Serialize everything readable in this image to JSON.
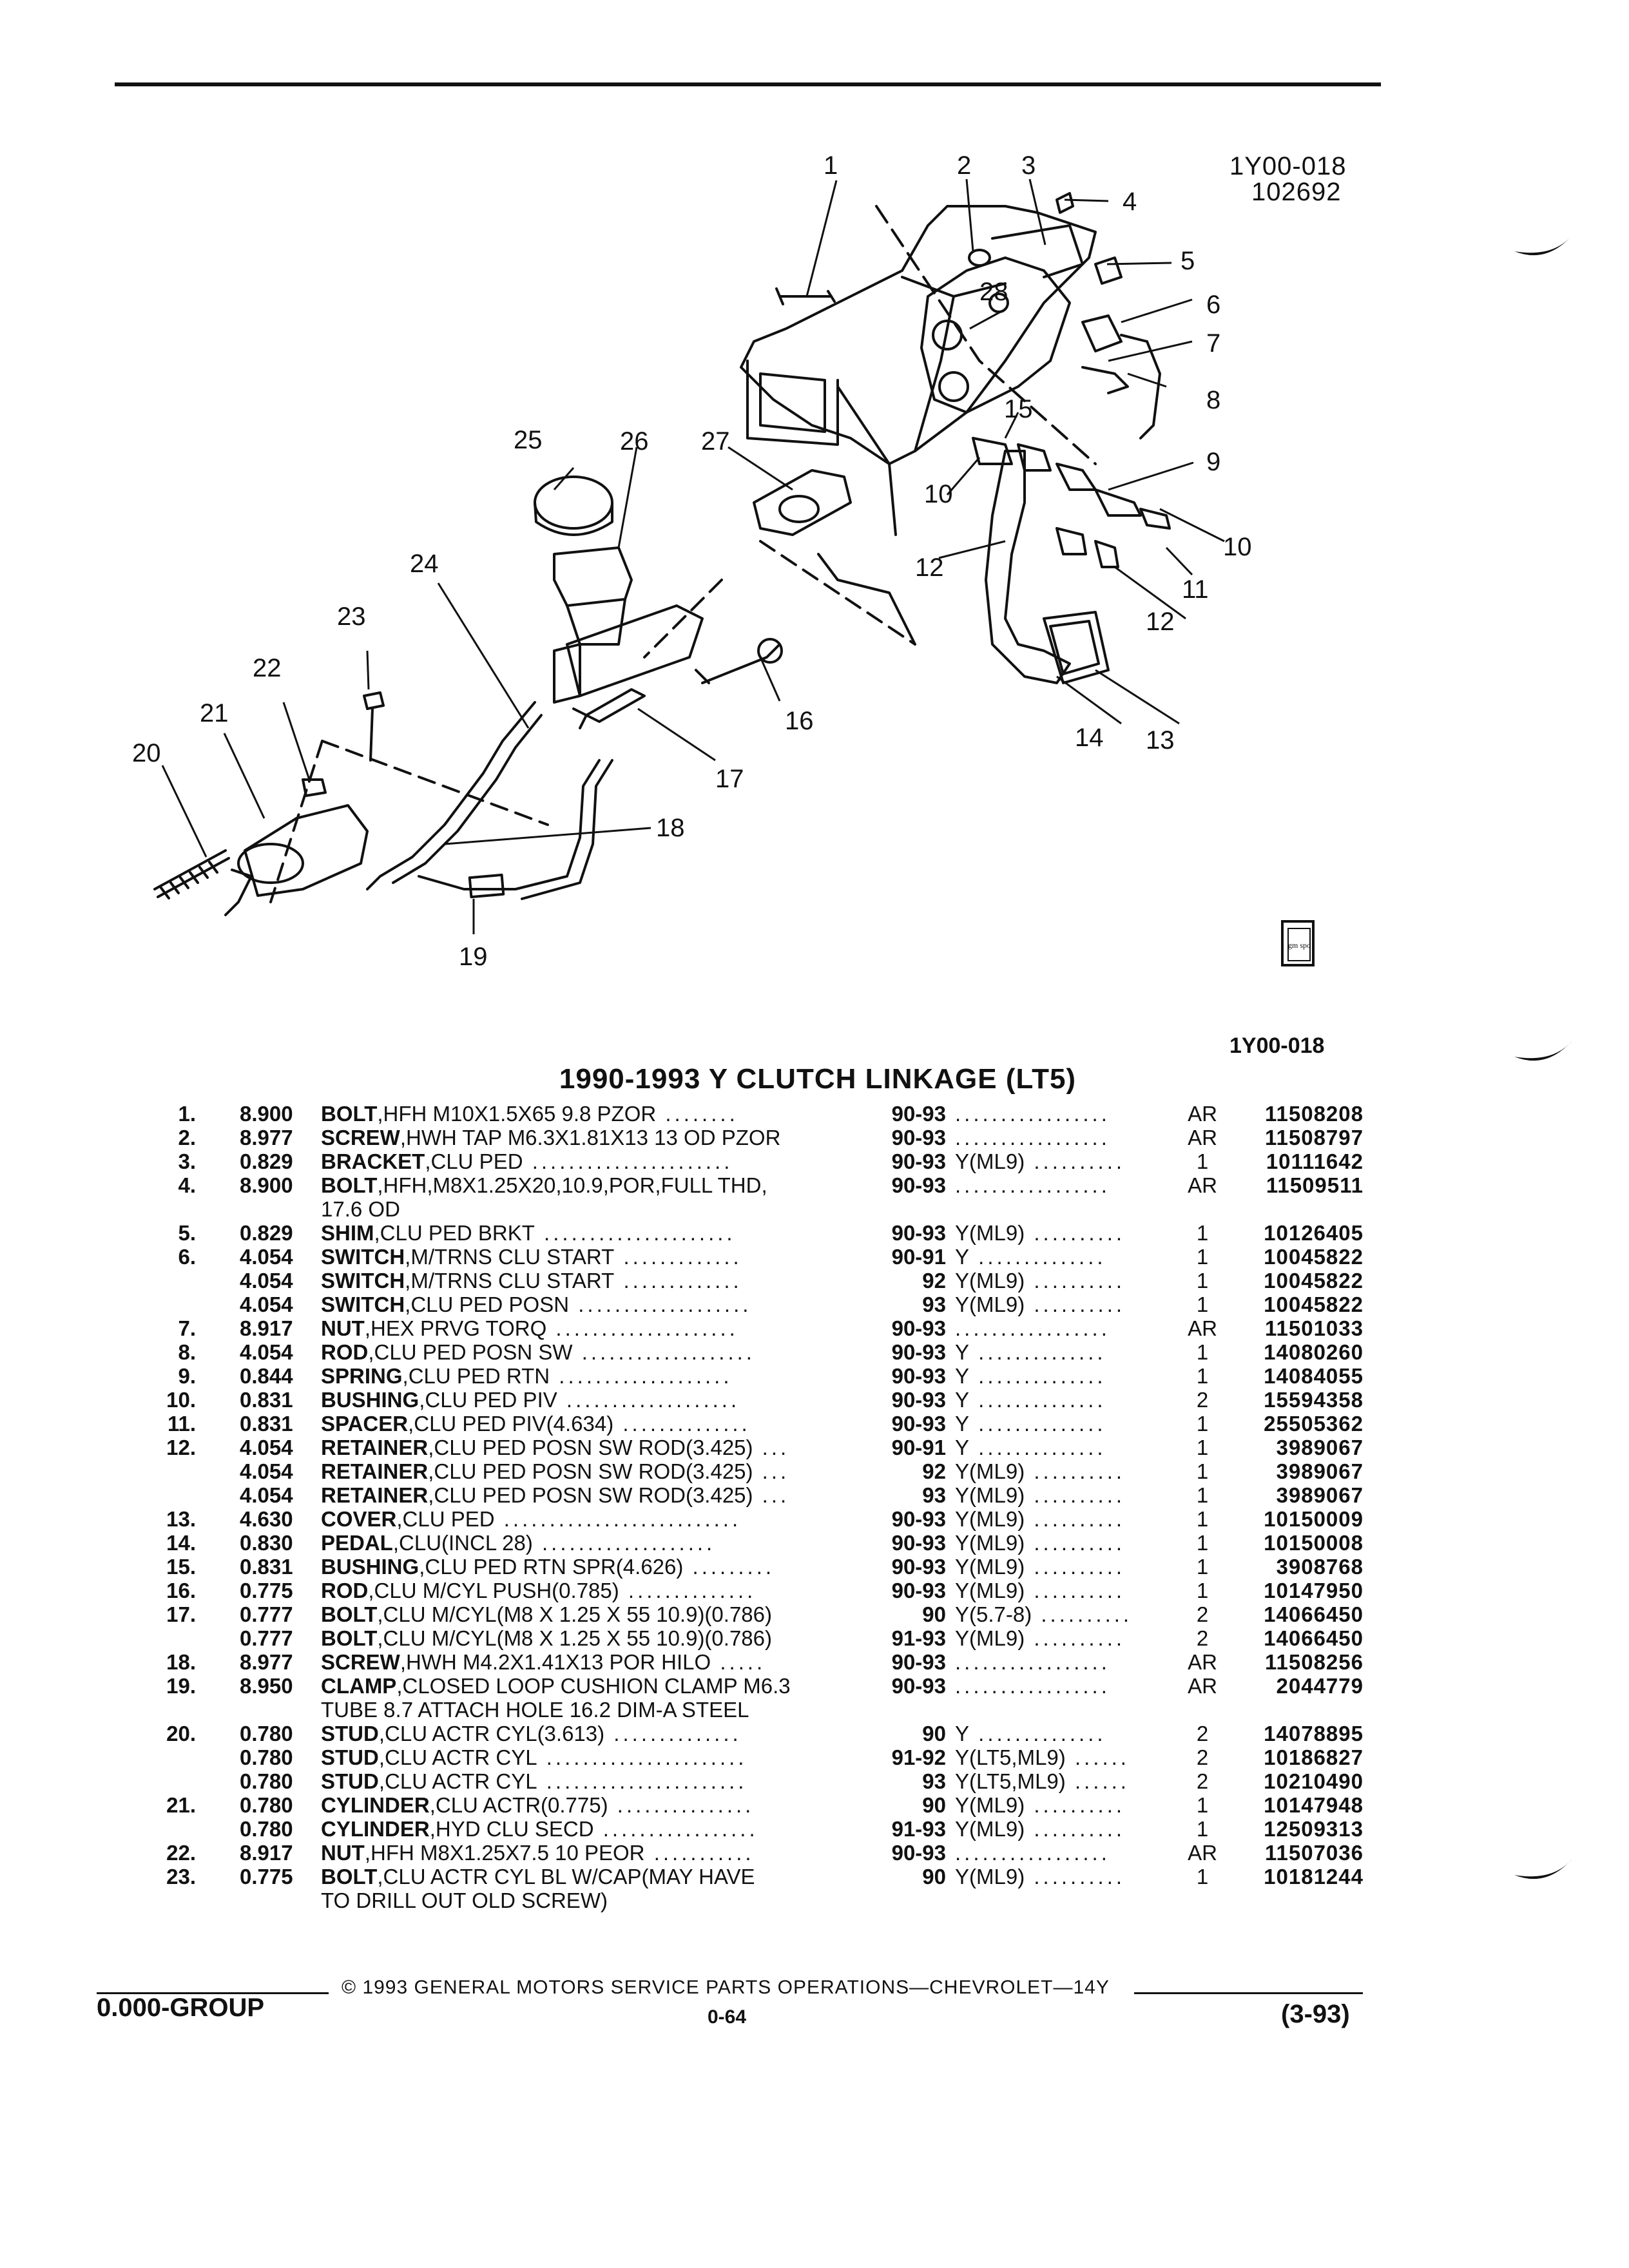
{
  "header": {
    "illustration_code": "1Y00-018",
    "illustration_date": "102692",
    "bottom_code": "1Y00-018"
  },
  "diagram": {
    "callouts": [
      "1",
      "2",
      "3",
      "4",
      "5",
      "6",
      "7",
      "8",
      "9",
      "10",
      "11",
      "12",
      "13",
      "14",
      "15",
      "16",
      "17",
      "18",
      "19",
      "20",
      "21",
      "22",
      "23",
      "24",
      "25",
      "26",
      "27",
      "28"
    ],
    "logo_text": "gm spo"
  },
  "title": "1990-1993 Y CLUTCH LINKAGE (LT5)",
  "parts": [
    {
      "num": "1.",
      "grp": "8.900",
      "name": "BOLT",
      "desc": ",HFH M10X1.5X65 9.8 PZOR",
      "ddots": " ........",
      "yrs": "90-93",
      "sfx": "",
      "sdots": ".................",
      "qty": "AR",
      "part": "11508208"
    },
    {
      "num": "2.",
      "grp": "8.977",
      "name": "SCREW",
      "desc": ",HWH TAP M6.3X1.81X13 13 OD PZOR",
      "ddots": "",
      "yrs": "90-93",
      "sfx": "",
      "sdots": ".................",
      "qty": "AR",
      "part": "11508797"
    },
    {
      "num": "3.",
      "grp": "0.829",
      "name": "BRACKET",
      "desc": ",CLU PED",
      "ddots": " ......................",
      "yrs": "90-93",
      "sfx": "Y(ML9)",
      "sdots": " ..........",
      "qty": "1",
      "part": "10111642"
    },
    {
      "num": "4.",
      "grp": "8.900",
      "name": "BOLT",
      "desc": ",HFH,M8X1.25X20,10.9,POR,FULL THD,",
      "ddots": "",
      "yrs": "90-93",
      "sfx": "",
      "sdots": ".................",
      "qty": "AR",
      "part": "11509511"
    },
    {
      "num": "",
      "grp": "",
      "name": "",
      "desc": "17.6 OD",
      "ddots": "",
      "yrs": "",
      "sfx": "",
      "sdots": "",
      "qty": "",
      "part": ""
    },
    {
      "num": "5.",
      "grp": "0.829",
      "name": "SHIM",
      "desc": ",CLU PED BRKT",
      "ddots": " .....................",
      "yrs": "90-93",
      "sfx": "Y(ML9)",
      "sdots": " ..........",
      "qty": "1",
      "part": "10126405"
    },
    {
      "num": "6.",
      "grp": "4.054",
      "name": "SWITCH",
      "desc": ",M/TRNS CLU START",
      "ddots": " .............",
      "yrs": "90-91",
      "sfx": "Y",
      "sdots": " ..............",
      "qty": "1",
      "part": "10045822"
    },
    {
      "num": "",
      "grp": "4.054",
      "name": "SWITCH",
      "desc": ",M/TRNS CLU START",
      "ddots": " .............",
      "yrs": "92",
      "sfx": "Y(ML9)",
      "sdots": " ..........",
      "qty": "1",
      "part": "10045822"
    },
    {
      "num": "",
      "grp": "4.054",
      "name": "SWITCH",
      "desc": ",CLU PED POSN",
      "ddots": " ...................",
      "yrs": "93",
      "sfx": "Y(ML9)",
      "sdots": " ..........",
      "qty": "1",
      "part": "10045822"
    },
    {
      "num": "7.",
      "grp": "8.917",
      "name": "NUT",
      "desc": ",HEX PRVG TORQ",
      "ddots": " ....................",
      "yrs": "90-93",
      "sfx": "",
      "sdots": ".................",
      "qty": "AR",
      "part": "11501033"
    },
    {
      "num": "8.",
      "grp": "4.054",
      "name": "ROD",
      "desc": ",CLU PED POSN SW",
      "ddots": " ...................",
      "yrs": "90-93",
      "sfx": "Y",
      "sdots": " ..............",
      "qty": "1",
      "part": "14080260"
    },
    {
      "num": "9.",
      "grp": "0.844",
      "name": "SPRING",
      "desc": ",CLU PED RTN",
      "ddots": " ...................",
      "yrs": "90-93",
      "sfx": "Y",
      "sdots": " ..............",
      "qty": "1",
      "part": "14084055"
    },
    {
      "num": "10.",
      "grp": "0.831",
      "name": "BUSHING",
      "desc": ",CLU PED PIV",
      "ddots": " ...................",
      "yrs": "90-93",
      "sfx": "Y",
      "sdots": " ..............",
      "qty": "2",
      "part": "15594358"
    },
    {
      "num": "11.",
      "grp": "0.831",
      "name": "SPACER",
      "desc": ",CLU PED PIV(4.634)",
      "ddots": " ..............",
      "yrs": "90-93",
      "sfx": "Y",
      "sdots": " ..............",
      "qty": "1",
      "part": "25505362"
    },
    {
      "num": "12.",
      "grp": "4.054",
      "name": "RETAINER",
      "desc": ",CLU PED POSN SW ROD(3.425)",
      "ddots": " ...",
      "yrs": "90-91",
      "sfx": "Y",
      "sdots": " ..............",
      "qty": "1",
      "part": "3989067"
    },
    {
      "num": "",
      "grp": "4.054",
      "name": "RETAINER",
      "desc": ",CLU PED POSN SW ROD(3.425)",
      "ddots": " ...",
      "yrs": "92",
      "sfx": "Y(ML9)",
      "sdots": " ..........",
      "qty": "1",
      "part": "3989067"
    },
    {
      "num": "",
      "grp": "4.054",
      "name": "RETAINER",
      "desc": ",CLU PED POSN SW ROD(3.425)",
      "ddots": " ...",
      "yrs": "93",
      "sfx": "Y(ML9)",
      "sdots": " ..........",
      "qty": "1",
      "part": "3989067"
    },
    {
      "num": "13.",
      "grp": "4.630",
      "name": "COVER",
      "desc": ",CLU PED",
      "ddots": " ..........................",
      "yrs": "90-93",
      "sfx": "Y(ML9)",
      "sdots": " ..........",
      "qty": "1",
      "part": "10150009"
    },
    {
      "num": "14.",
      "grp": "0.830",
      "name": "PEDAL",
      "desc": ",CLU(INCL 28)",
      "ddots": " ...................",
      "yrs": "90-93",
      "sfx": "Y(ML9)",
      "sdots": " ..........",
      "qty": "1",
      "part": "10150008"
    },
    {
      "num": "15.",
      "grp": "0.831",
      "name": "BUSHING",
      "desc": ",CLU PED RTN SPR(4.626)",
      "ddots": " .........",
      "yrs": "90-93",
      "sfx": "Y(ML9)",
      "sdots": " ..........",
      "qty": "1",
      "part": "3908768"
    },
    {
      "num": "16.",
      "grp": "0.775",
      "name": "ROD",
      "desc": ",CLU M/CYL PUSH(0.785)",
      "ddots": " ..............",
      "yrs": "90-93",
      "sfx": "Y(ML9)",
      "sdots": " ..........",
      "qty": "1",
      "part": "10147950"
    },
    {
      "num": "17.",
      "grp": "0.777",
      "name": "BOLT",
      "desc": ",CLU M/CYL(M8 X 1.25 X 55 10.9)(0.786)",
      "ddots": "",
      "yrs": "90",
      "sfx": "Y(5.7-8)",
      "sdots": " ..........",
      "qty": "2",
      "part": "14066450"
    },
    {
      "num": "",
      "grp": "0.777",
      "name": "BOLT",
      "desc": ",CLU M/CYL(M8 X 1.25 X 55 10.9)(0.786)",
      "ddots": "",
      "yrs": "91-93",
      "sfx": "Y(ML9)",
      "sdots": " ..........",
      "qty": "2",
      "part": "14066450"
    },
    {
      "num": "18.",
      "grp": "8.977",
      "name": "SCREW",
      "desc": ",HWH M4.2X1.41X13 POR HILO",
      "ddots": " .....",
      "yrs": "90-93",
      "sfx": "",
      "sdots": ".................",
      "qty": "AR",
      "part": "11508256"
    },
    {
      "num": "19.",
      "grp": "8.950",
      "name": "CLAMP",
      "desc": ",CLOSED LOOP CUSHION CLAMP M6.3",
      "ddots": "",
      "yrs": "90-93",
      "sfx": "",
      "sdots": ".................",
      "qty": "AR",
      "part": "2044779"
    },
    {
      "num": "",
      "grp": "",
      "name": "",
      "desc": "TUBE 8.7 ATTACH HOLE 16.2 DIM-A STEEL",
      "ddots": "",
      "yrs": "",
      "sfx": "",
      "sdots": "",
      "qty": "",
      "part": ""
    },
    {
      "num": "20.",
      "grp": "0.780",
      "name": "STUD",
      "desc": ",CLU ACTR CYL(3.613)",
      "ddots": " ..............",
      "yrs": "90",
      "sfx": "Y",
      "sdots": " ..............",
      "qty": "2",
      "part": "14078895"
    },
    {
      "num": "",
      "grp": "0.780",
      "name": "STUD",
      "desc": ",CLU ACTR CYL",
      "ddots": " ......................",
      "yrs": "91-92",
      "sfx": "Y(LT5,ML9)",
      "sdots": " ......",
      "qty": "2",
      "part": "10186827"
    },
    {
      "num": "",
      "grp": "0.780",
      "name": "STUD",
      "desc": ",CLU ACTR CYL",
      "ddots": " ......................",
      "yrs": "93",
      "sfx": "Y(LT5,ML9)",
      "sdots": " ......",
      "qty": "2",
      "part": "10210490"
    },
    {
      "num": "21.",
      "grp": "0.780",
      "name": "CYLINDER",
      "desc": ",CLU ACTR(0.775)",
      "ddots": " ...............",
      "yrs": "90",
      "sfx": "Y(ML9)",
      "sdots": " ..........",
      "qty": "1",
      "part": "10147948"
    },
    {
      "num": "",
      "grp": "0.780",
      "name": "CYLINDER",
      "desc": ",HYD CLU SECD",
      "ddots": " .................",
      "yrs": "91-93",
      "sfx": "Y(ML9)",
      "sdots": " ..........",
      "qty": "1",
      "part": "12509313"
    },
    {
      "num": "22.",
      "grp": "8.917",
      "name": "NUT",
      "desc": ",HFH M8X1.25X7.5 10 PEOR",
      "ddots": " ...........",
      "yrs": "90-93",
      "sfx": "",
      "sdots": ".................",
      "qty": "AR",
      "part": "11507036"
    },
    {
      "num": "23.",
      "grp": "0.775",
      "name": "BOLT",
      "desc": ",CLU ACTR CYL BL W/CAP(MAY HAVE",
      "ddots": "",
      "yrs": "90",
      "sfx": "Y(ML9)",
      "sdots": " ..........",
      "qty": "1",
      "part": "10181244"
    },
    {
      "num": "",
      "grp": "",
      "name": "",
      "desc": "TO DRILL OUT OLD SCREW)",
      "ddots": "",
      "yrs": "",
      "sfx": "",
      "sdots": "",
      "qty": "",
      "part": ""
    }
  ],
  "footer": {
    "copyright": "© 1993 GENERAL MOTORS SERVICE PARTS OPERATIONS—CHEVROLET—14Y",
    "group": "0.000-GROUP",
    "page": "0-64",
    "date_code": "(3-93)"
  }
}
